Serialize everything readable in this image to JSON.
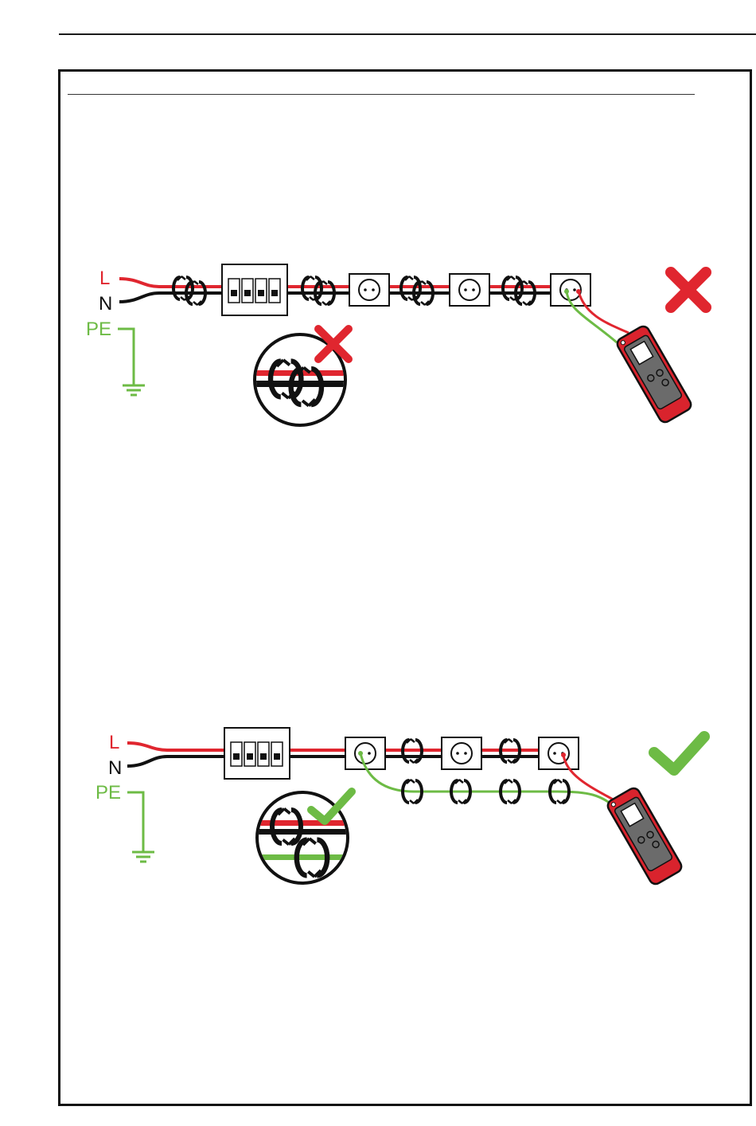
{
  "colors": {
    "line": "#e0262f",
    "neutral": "#111111",
    "earth": "#6dbb45",
    "meter_body": "#d9232d",
    "meter_panel": "#6b6b6b",
    "mark_wrong": "#e0262f",
    "mark_right": "#6dbb45"
  },
  "diagram_wrong": {
    "labels": {
      "line": "L",
      "neutral": "N",
      "earth": "PE"
    },
    "result_icon": "cross-icon",
    "inset_icon": "cross-icon"
  },
  "diagram_right": {
    "labels": {
      "line": "L",
      "neutral": "N",
      "earth": "PE"
    },
    "result_icon": "check-icon",
    "inset_icon": "check-icon"
  }
}
